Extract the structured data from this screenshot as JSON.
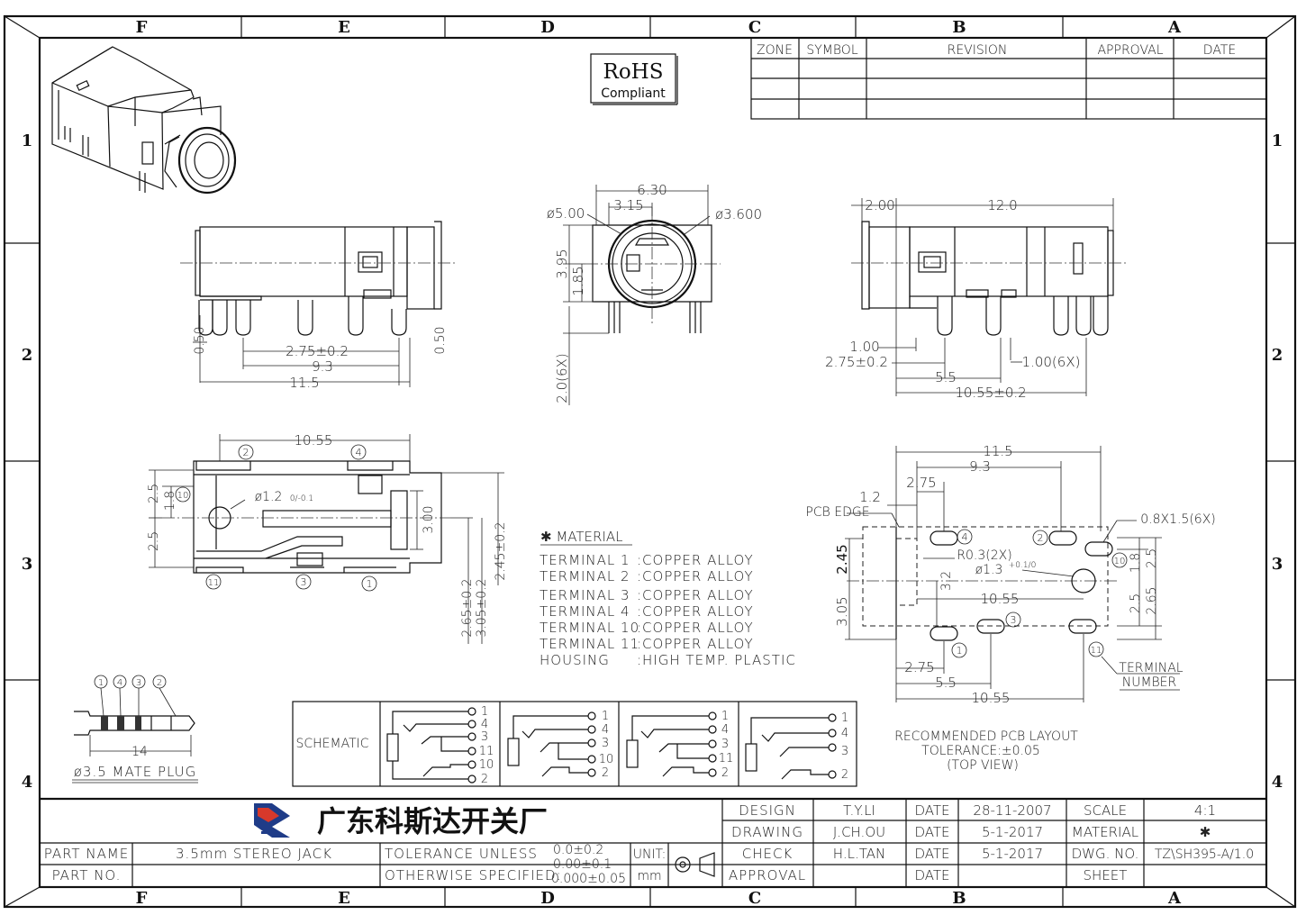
{
  "frame": {
    "col_letters": [
      "F",
      "E",
      "D",
      "C",
      "B",
      "A"
    ],
    "row_numbers": [
      "1",
      "2",
      "3",
      "4"
    ]
  },
  "revision_table": {
    "headers": [
      "ZONE",
      "SYMBOL",
      "REVISION",
      "APPROVAL",
      "DATE"
    ]
  },
  "rohs": {
    "line1": "RoHS",
    "line2": "Compliant"
  },
  "front_view": {
    "d_6_30": "6.30",
    "d_3_15": "3.15",
    "d_phi5": "ø5.00",
    "d_phi36": "ø3.600",
    "d_3_95": "3.95",
    "d_1_85": "1.85",
    "d_2_0": "2.0(6X)"
  },
  "left_side": {
    "d_0_50a": "0.50",
    "d_0_50b": "0.50",
    "d_2_75": "2.75±0.2",
    "d_9_3": "9.3",
    "d_11_5": "11.5"
  },
  "right_side": {
    "d_2_00": "2.00",
    "d_12_0": "12.0",
    "d_1_00": "1.00",
    "d_2_75": "2.75±0.2",
    "d_1_00_6x": "1.00(6X)",
    "d_5_5": "5.5",
    "d_10_55": "10.55±0.2"
  },
  "top_view": {
    "d_10_55": "10.55",
    "d_2_5a": "2.5",
    "d_1_8": "1.8",
    "d_2_5b": "2.5",
    "d_hole": "ø1.2",
    "d_hole_tol": "0/-0.1",
    "d_3_00": "3.00",
    "d_2_65": "2.65±0.2",
    "d_3_05": "3.05±0.2",
    "d_2_45": "2.45±0.2",
    "callouts": [
      "2",
      "4",
      "10",
      "11",
      "3",
      "1"
    ]
  },
  "material": {
    "title": "✱ MATERIAL",
    "rows": [
      {
        "part": "TERMINAL 1",
        "mat": ":COPPER ALLOY"
      },
      {
        "part": "TERMINAL 2",
        "mat": ":COPPER ALLOY"
      },
      {
        "part": "TERMINAL 3",
        "mat": ":COPPER ALLOY"
      },
      {
        "part": "TERMINAL 4",
        "mat": ":COPPER ALLOY"
      },
      {
        "part": "TERMINAL 10",
        "mat": ":COPPER ALLOY"
      },
      {
        "part": "TERMINAL 11",
        "mat": ":COPPER ALLOY"
      },
      {
        "part": "HOUSING",
        "mat": ":HIGH TEMP. PLASTIC"
      }
    ]
  },
  "pcb_layout": {
    "d_11_5": "11.5",
    "d_9_3": "9.3",
    "d_2_75a": "2.75",
    "d_1_2": "1.2",
    "pcb_edge": "PCB EDGE",
    "slot": "0.8X1.5(6X)",
    "radius": "R0.3(2X)",
    "hole": "ø1.3",
    "hole_tol": "+0.1/0",
    "d_2_45": "2.45",
    "d_3_2": "3.2",
    "d_10_55": "10.55",
    "d_3_05": "3.05",
    "d_1_8": "1.8",
    "d_2_5a": "2.5",
    "d_2_5b": "2.5",
    "d_2_65": "2.65",
    "d_2_75b": "2.75",
    "d_5_5": "5.5",
    "d_10_55b": "10.55",
    "terminal_number": [
      "TERMINAL",
      "NUMBER"
    ],
    "callouts": [
      "4",
      "2",
      "10",
      "3",
      "1",
      "11"
    ],
    "caption": [
      "RECOMMENDED PCB LAYOUT",
      "TOLERANCE:±0.05",
      "(TOP VIEW)"
    ]
  },
  "plug": {
    "labels": [
      "1",
      "4",
      "3",
      "2"
    ],
    "d_14": "14",
    "caption": "ø3.5 MATE PLUG"
  },
  "schematic": {
    "label": "SCHEMATIC",
    "groups": [
      [
        "1",
        "4",
        "3",
        "11",
        "10",
        "2"
      ],
      [
        "1",
        "4",
        "3",
        "10",
        "2"
      ],
      [
        "1",
        "4",
        "3",
        "11",
        "2"
      ],
      [
        "1",
        "4",
        "3",
        "2"
      ]
    ]
  },
  "title_block": {
    "company": "广东科斯达开关厂",
    "rows": [
      {
        "k1": "DESIGN",
        "v1": "T.Y.LI",
        "k2": "DATE",
        "v2": "28-11-2007",
        "k3": "SCALE",
        "v3": "4:1"
      },
      {
        "k1": "DRAWING",
        "v1": "J.CH.OU",
        "k2": "DATE",
        "v2": "5-1-2017",
        "k3": "MATERIAL",
        "v3": "✱"
      },
      {
        "k1": "CHECK",
        "v1": "H.L.TAN",
        "k2": "DATE",
        "v2": "5-1-2017",
        "k3": "DWG. NO.",
        "v3": "TZ\\SH395-A/1.0"
      },
      {
        "k1": "APPROVAL",
        "v1": "",
        "k2": "DATE",
        "v2": "",
        "k3": "SHEET",
        "v3": ""
      }
    ],
    "part_name_label": "PART NAME",
    "part_name": "3.5mm STEREO JACK",
    "part_no_label": "PART NO.",
    "tol_line1": "TOLERANCE UNLESS",
    "tol_line2": "OTHERWISE SPECIFIED:",
    "tol_vals": [
      "0.0±0.2",
      "0.00±0.1",
      "0.000±0.05"
    ],
    "unit_label": "UNIT:",
    "unit": "mm"
  }
}
